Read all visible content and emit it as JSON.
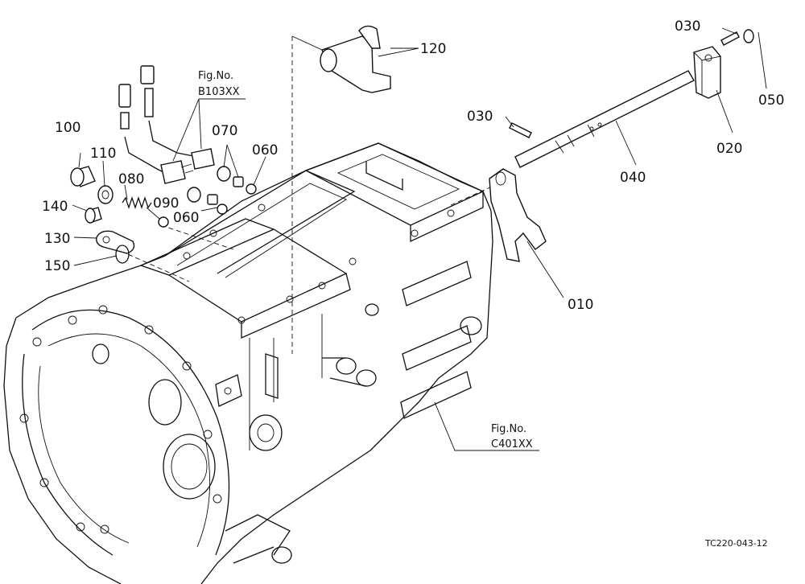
{
  "callouts": {
    "p010": "010",
    "p020": "020",
    "p030a": "030",
    "p030b": "030",
    "p040": "040",
    "p050": "050",
    "p060a": "060",
    "p060b": "060",
    "p070": "070",
    "p080": "080",
    "p090": "090",
    "p100": "100",
    "p110": "110",
    "p120": "120",
    "p130": "130",
    "p140": "140",
    "p150": "150"
  },
  "references": {
    "b103_title": "Fig.No.",
    "b103_code": "B103XX",
    "c401_title": "Fig.No.",
    "c401_code": "C401XX"
  },
  "drawing_code": "TC220-043-12"
}
